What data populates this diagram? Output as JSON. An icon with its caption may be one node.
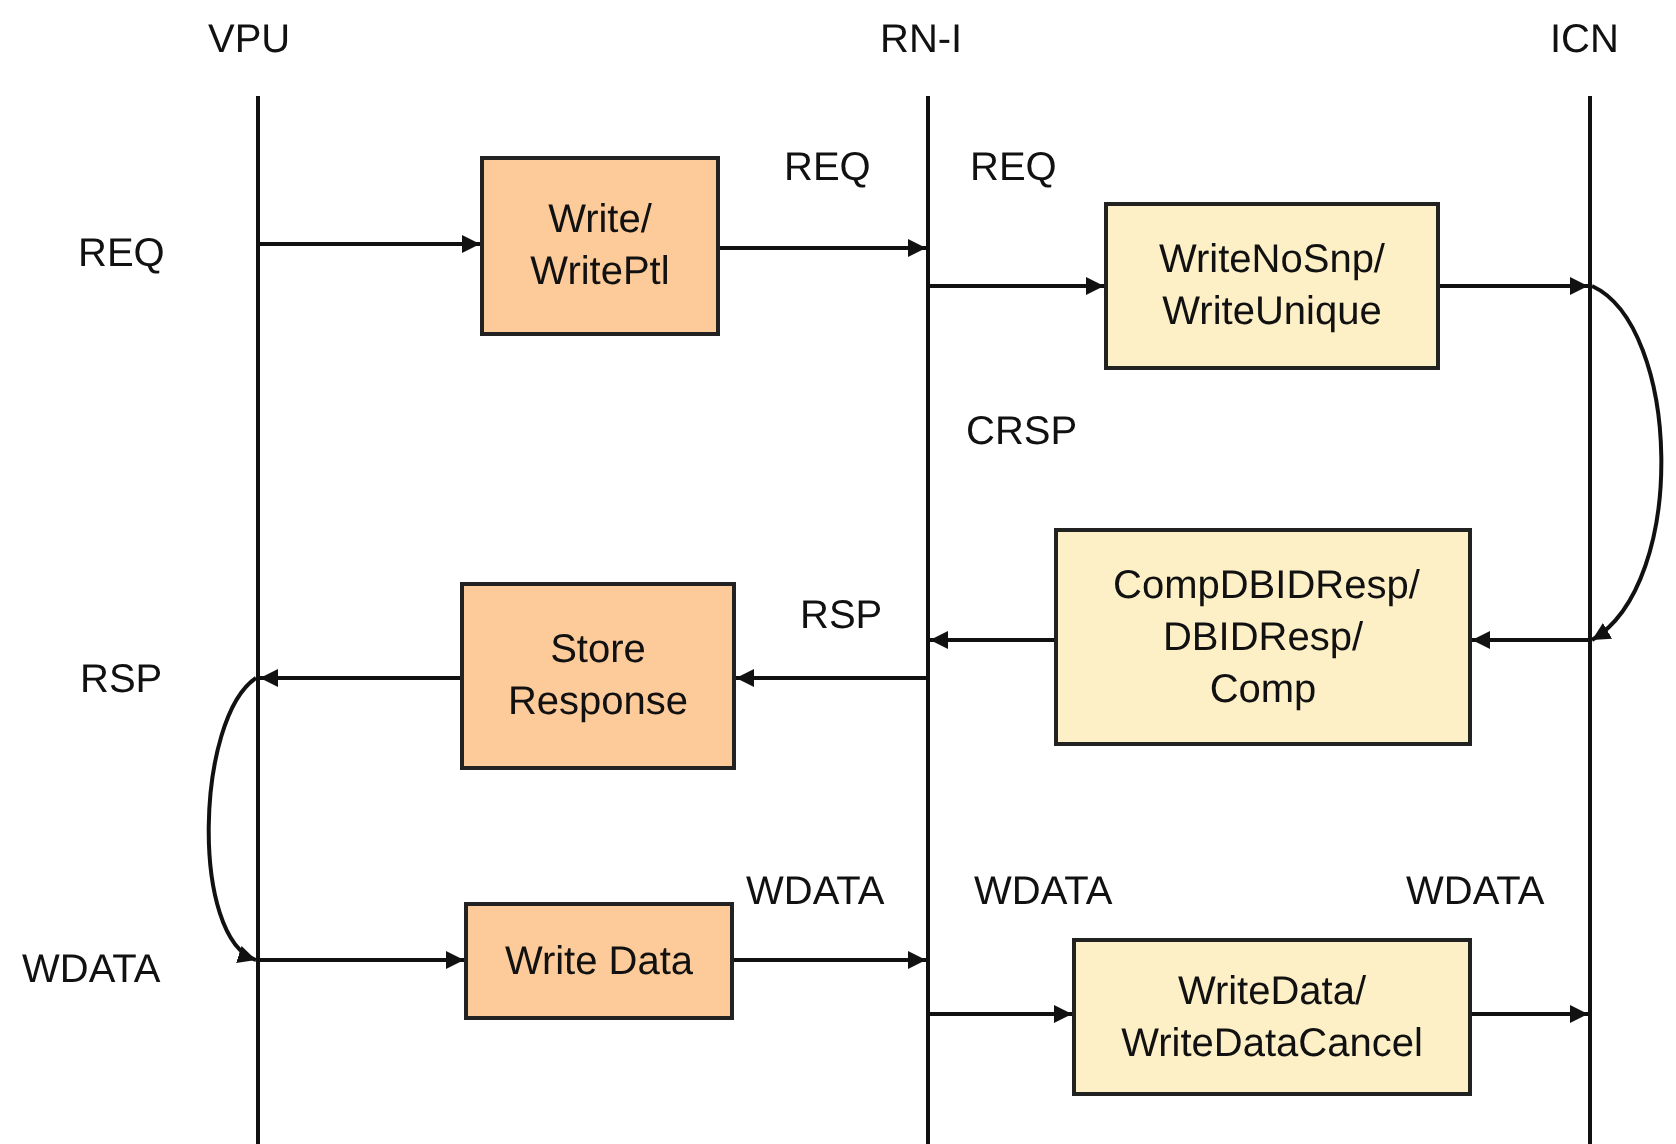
{
  "diagram": {
    "nodes": [
      {
        "text": [],
        "shape": "line",
        "beside": [
          "VPU"
        ]
      },
      {
        "text": [],
        "shape": "line",
        "beside": [
          "RN-I"
        ]
      },
      {
        "text": [],
        "shape": "line",
        "beside": [
          "ICN"
        ]
      },
      {
        "text": [
          "Write/ WritePtl"
        ]
      },
      {
        "text": [
          "WriteNoSnp/ WriteUnique"
        ]
      },
      {
        "text": [
          "Store Response"
        ]
      },
      {
        "text": [
          "CompDBIDResp/ DBIDResp/ Comp"
        ]
      },
      {
        "text": [
          "Write Data"
        ]
      },
      {
        "text": [
          "WriteData/ WriteDataCancel"
        ]
      }
    ],
    "edges": [
      {
        "from": 0,
        "to": 3,
        "arrow": "to"
      },
      {
        "from": 3,
        "to": 1,
        "arrow": "to"
      },
      {
        "from": 1,
        "to": 4,
        "arrow": "to"
      },
      {
        "from": 4,
        "to": 2,
        "arrow": "to"
      },
      {
        "from": 2,
        "to": 2,
        "arrow": "to"
      },
      {
        "from": 2,
        "to": 6,
        "arrow": "to"
      },
      {
        "from": 6,
        "to": 1,
        "arrow": "to"
      },
      {
        "from": 1,
        "to": 5,
        "arrow": "to"
      },
      {
        "from": 5,
        "to": 0,
        "arrow": "to"
      },
      {
        "from": 0,
        "to": 0,
        "arrow": "to"
      },
      {
        "from": 0,
        "to": 7,
        "arrow": "to"
      },
      {
        "from": 7,
        "to": 1,
        "arrow": "to"
      },
      {
        "from": 1,
        "to": 8,
        "arrow": "to"
      },
      {
        "from": 8,
        "to": 2,
        "arrow": "to"
      }
    ],
    "labels": [
      "REQ",
      "REQ",
      "REQ",
      "CRSP",
      "RSP",
      "RSP",
      "WDATA",
      "WDATA",
      "WDATA",
      "WDATA"
    ]
  }
}
